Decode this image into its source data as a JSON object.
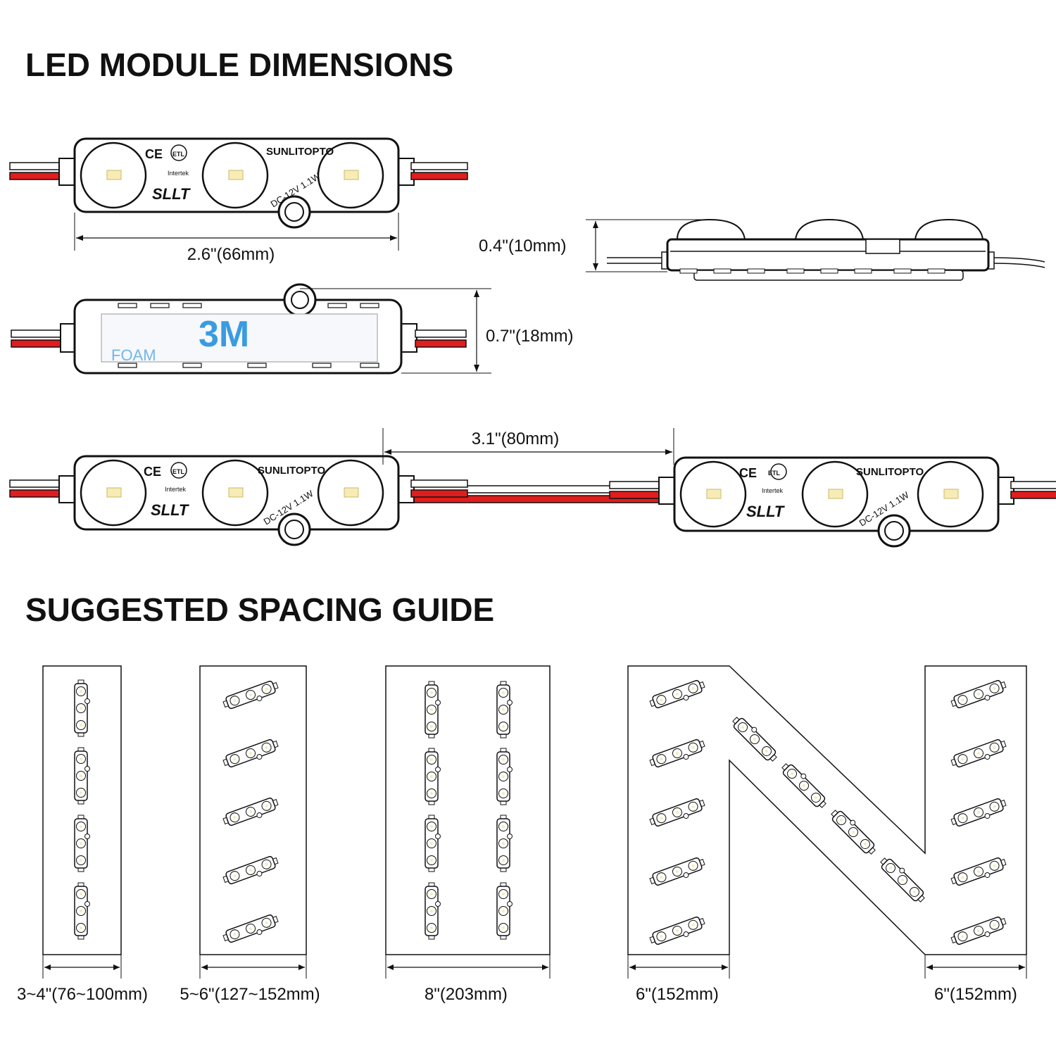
{
  "headings": {
    "dimensions": "LED MODULE DIMENSIONS",
    "spacing": "SUGGESTED SPACING GUIDE"
  },
  "module": {
    "brand": "SUNLITOPTO",
    "rating": "DC-12V  1.1W",
    "cert_mark": "ETL",
    "cert_lab": "Intertek",
    "ce_mark": "CE",
    "logo": "SLLT"
  },
  "dimensions": {
    "length": "2.6\"(66mm)",
    "height": "0.4\"(10mm)",
    "width": "0.7\"(18mm)",
    "pitch": "3.1\"(80mm)"
  },
  "tape_text": {
    "brand": "3M",
    "foam": "FOAM"
  },
  "spacing_guide": {
    "channel_1": "3~4\"(76~100mm)",
    "channel_2": "5~6\"(127~152mm)",
    "channel_3": "8\"(203mm)",
    "channel_4_left": "6\"(152mm)",
    "channel_4_right": "6\"(152mm)"
  },
  "colors": {
    "ink": "#111111",
    "wire_red": "#e11d1d",
    "tape_blue": "#3b9be0",
    "led_yellow": "#f7ecb5"
  }
}
